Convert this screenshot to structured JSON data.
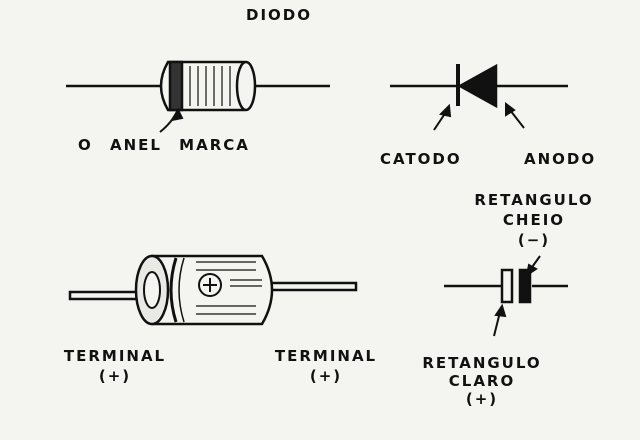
{
  "diode_section": {
    "title": "DIODO",
    "ring_label": "O ANEL MARCA",
    "cathode_label": "CATODO",
    "anode_label": "ANODO"
  },
  "capacitor_section": {
    "terminal_left": "TERMINAL",
    "terminal_left_sign": "(+)",
    "terminal_right": "TERMINAL",
    "terminal_right_sign": "(+)",
    "filled_rect_line1": "RETANGULO",
    "filled_rect_line2": "CHEIO",
    "filled_rect_sign": "(−)",
    "light_rect_line1": "RETANGULO",
    "light_rect_line2": "CLARO",
    "light_rect_sign": "(+)",
    "body_symbol": "⊕"
  },
  "colors": {
    "ink": "#111111",
    "paper": "#f4f4f1"
  }
}
